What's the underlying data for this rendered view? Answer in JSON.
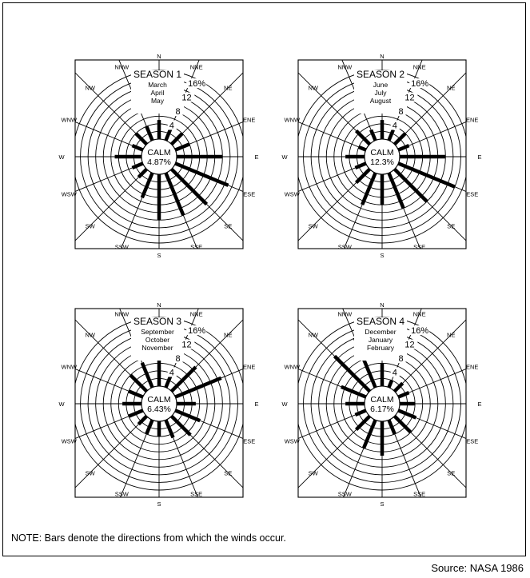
{
  "chart_data": [
    {
      "type": "wind-rose",
      "title": "SEASON 1",
      "months": [
        "March",
        "April",
        "May"
      ],
      "calm_label": "CALM",
      "calm_value": "4.87%",
      "directions": [
        "N",
        "NNE",
        "NE",
        "ENE",
        "E",
        "ESE",
        "SE",
        "SSE",
        "S",
        "SSW",
        "SW",
        "WSW",
        "W",
        "WNW",
        "NW",
        "NNW"
      ],
      "values": [
        5,
        4,
        4,
        4,
        12,
        15,
        13,
        12,
        12,
        7,
        3,
        3,
        7,
        3,
        4,
        4
      ],
      "ring_labels": [
        "4",
        "8",
        "12",
        "16%"
      ],
      "rmax": 18
    },
    {
      "type": "wind-rose",
      "title": "SEASON 2",
      "months": [
        "June",
        "July",
        "August"
      ],
      "calm_label": "CALM",
      "calm_value": "12.3%",
      "directions": [
        "N",
        "NNE",
        "NE",
        "ENE",
        "E",
        "ESE",
        "SE",
        "SSE",
        "S",
        "SSW",
        "SW",
        "WSW",
        "W",
        "WNW",
        "NW",
        "NNW"
      ],
      "values": [
        5,
        3,
        4,
        3,
        12,
        16,
        12,
        10,
        8,
        9,
        5,
        3,
        5,
        2,
        5,
        3
      ],
      "ring_labels": [
        "4",
        "8",
        "12",
        "16%"
      ],
      "rmax": 18
    },
    {
      "type": "wind-rose",
      "title": "SEASON 3",
      "months": [
        "September",
        "October",
        "November"
      ],
      "calm_label": "CALM",
      "calm_value": "6.43%",
      "directions": [
        "N",
        "NNE",
        "NE",
        "ENE",
        "E",
        "ESE",
        "SE",
        "SSE",
        "S",
        "SSW",
        "SW",
        "WSW",
        "W",
        "WNW",
        "NW",
        "NNW"
      ],
      "values": [
        9,
        4,
        9,
        13,
        5,
        7,
        7,
        5,
        4,
        4,
        3,
        4,
        5,
        4,
        6,
        7
      ],
      "ring_labels": [
        "4",
        "8",
        "12",
        "16%"
      ],
      "rmax": 18
    },
    {
      "type": "wind-rose",
      "title": "SEASON 4",
      "months": [
        "December",
        "January",
        "February"
      ],
      "calm_label": "CALM",
      "calm_value": "6.17%",
      "directions": [
        "N",
        "NNE",
        "NE",
        "ENE",
        "E",
        "ESE",
        "SE",
        "SSE",
        "S",
        "SSW",
        "SW",
        "WSW",
        "W",
        "WNW",
        "NW",
        "NNW"
      ],
      "values": [
        6,
        2,
        3,
        3,
        4,
        5,
        6,
        4,
        9,
        8,
        5,
        3,
        5,
        7,
        13,
        14
      ],
      "ring_labels": [
        "4",
        "8",
        "12",
        "16%"
      ],
      "rmax": 18
    }
  ],
  "note": "NOTE:  Bars denote the directions from which the winds occur.",
  "source": "Source:  NASA 1986"
}
